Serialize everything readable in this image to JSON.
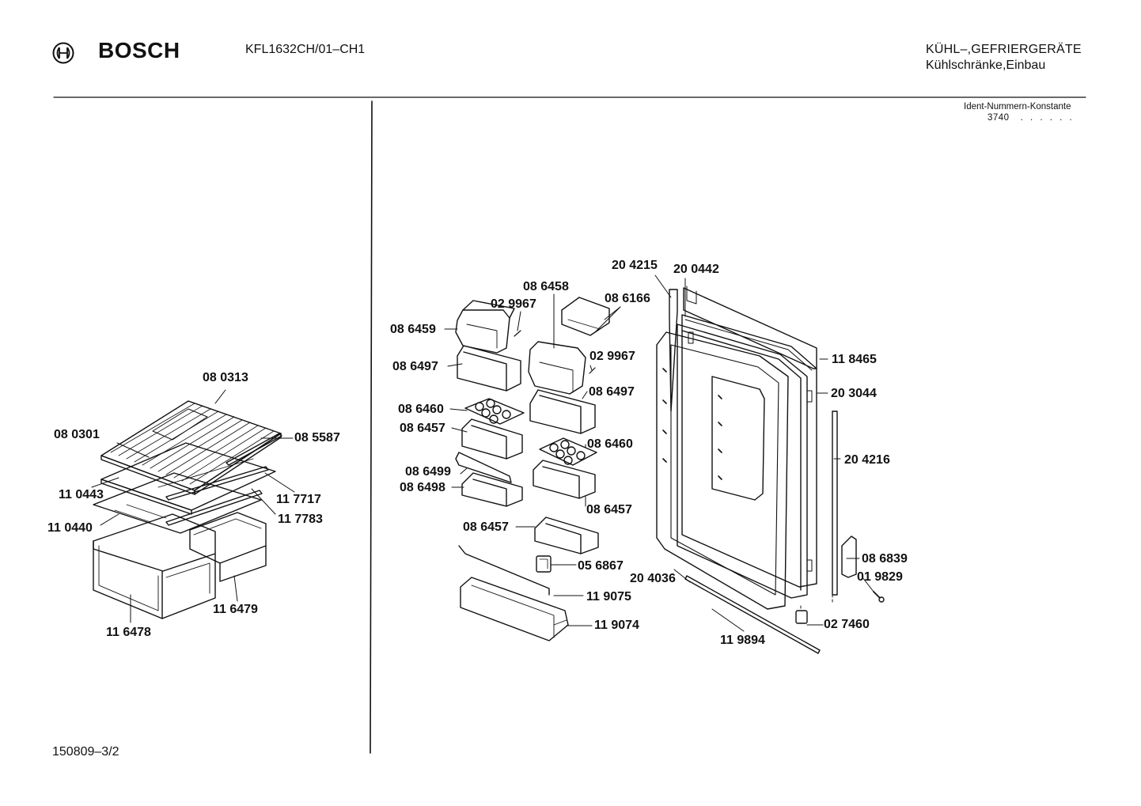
{
  "header": {
    "brand": "BOSCH",
    "model": "KFL1632CH/01–CH1",
    "category_line1": "KÜHL–,GEFRIERGERÄTE",
    "category_line2": "Kühlschränke,Einbau",
    "ident_label": "Ident-Nummern-Konstante",
    "ident_value": "3740",
    "ident_dots": ". .  . . . ."
  },
  "footer": {
    "doc_code": "150809–3/2"
  },
  "parts": {
    "p_080313": "08 0313",
    "p_080301": "08 0301",
    "p_085587": "08 5587",
    "p_110443": "11 0443",
    "p_117717": "11 7717",
    "p_110440": "11 0440",
    "p_117783": "11 7783",
    "p_116479": "11 6479",
    "p_116478": "11 6478",
    "p_204215": "20 4215",
    "p_200442": "20 0442",
    "p_086458": "08 6458",
    "p_086166": "08 6166",
    "p_029967a": "02 9967",
    "p_086459": "08 6459",
    "p_029967b": "02 9967",
    "p_086497a": "08 6497",
    "p_118465": "11 8465",
    "p_086497b": "08 6497",
    "p_203044": "20 3044",
    "p_086460a": "08 6460",
    "p_086457a": "08 6457",
    "p_086460b": "08 6460",
    "p_204216": "20 4216",
    "p_086499": "08 6499",
    "p_086498": "08 6498",
    "p_086457b": "08 6457",
    "p_086457c": "08 6457",
    "p_086839": "08 6839",
    "p_056867": "05 6867",
    "p_204036": "20 4036",
    "p_019829": "01 9829",
    "p_119075": "11 9075",
    "p_027460": "02 7460",
    "p_119074": "11 9074",
    "p_119894": "11 9894"
  }
}
